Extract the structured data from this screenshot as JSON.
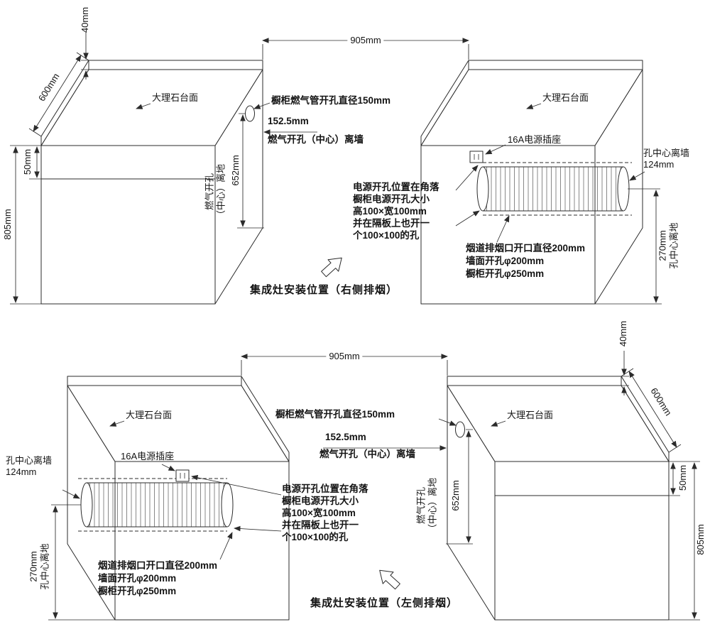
{
  "captions": {
    "top": "集成灶安装位置（右侧排烟）",
    "bottom": "集成灶安装位置（左侧排烟）"
  },
  "dims": {
    "counter_thickness": "40mm",
    "counter_depth": "600mm",
    "front_drop": "50mm",
    "counter_height": "805mm",
    "opening_width": "905mm",
    "gas_hole_height": "652mm",
    "gas_hole_wall": "152.5mm",
    "flue_wall_dist": "124mm",
    "flue_floor_dist": "270mm"
  },
  "labels": {
    "marble": "大理石台面",
    "gas_hole": "橱柜燃气管开孔直径150mm",
    "gas_wall": "燃气开孔（中心）离墙",
    "gas_floor_1": "燃气开孔",
    "gas_floor_2": "（中心）离地",
    "socket": "16A电源插座",
    "flue_wall": "孔中心离墙",
    "flue_floor": "孔中心离地",
    "power_1": "电源开孔位置在角落",
    "power_2": "橱柜电源开孔大小",
    "power_3": "高100×宽100mm",
    "power_4": "并在隔板上也开一",
    "power_5": "个100×100的孔",
    "flue_1": "烟道排烟口开口直径200mm",
    "flue_2": "墙面开孔φ200mm",
    "flue_3": "橱柜开孔φ250mm"
  }
}
